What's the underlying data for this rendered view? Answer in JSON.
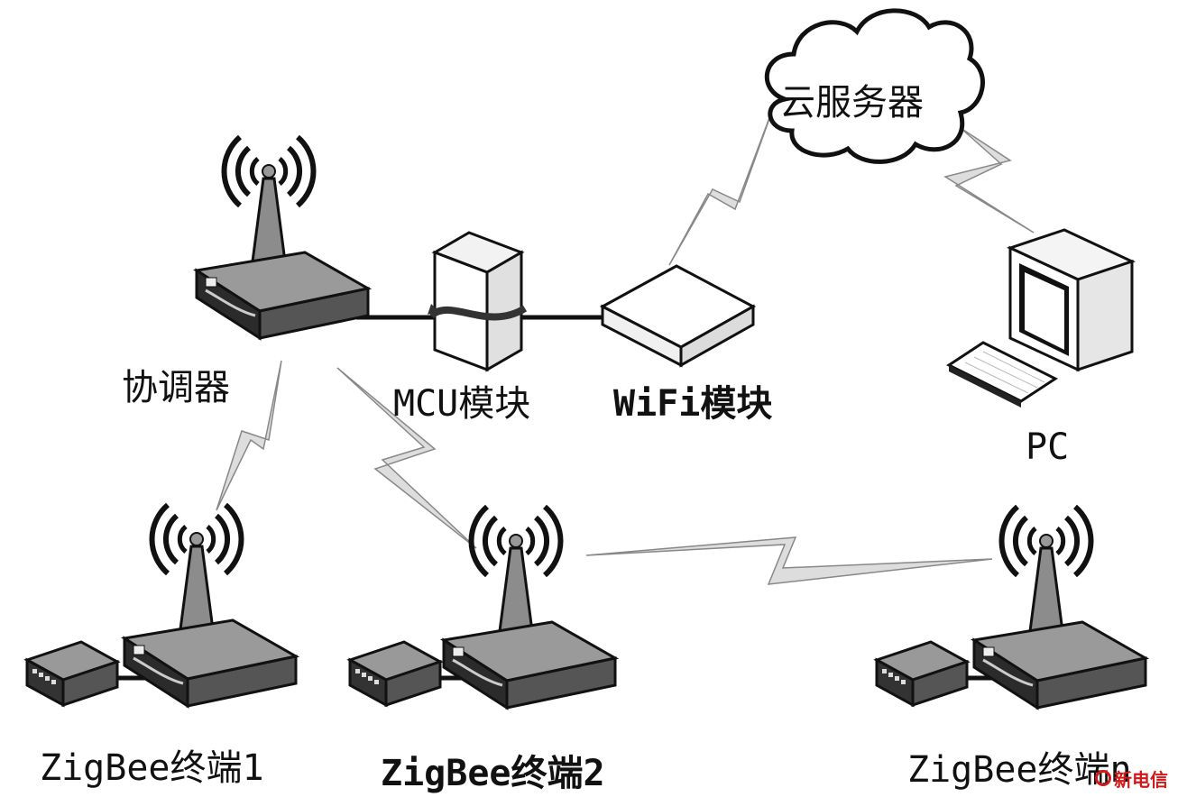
{
  "nodes": {
    "cloud": {
      "label": "云服务器"
    },
    "coordinator": {
      "label": "协调器"
    },
    "mcu": {
      "label": "MCU模块"
    },
    "wifi": {
      "label": "WiFi模块"
    },
    "pc": {
      "label": "PC"
    },
    "end1": {
      "label": "ZigBee终端1"
    },
    "end2": {
      "label": "ZigBee终端2"
    },
    "endn": {
      "label": "ZigBee终端n"
    }
  },
  "watermark": {
    "text": "新电信"
  }
}
